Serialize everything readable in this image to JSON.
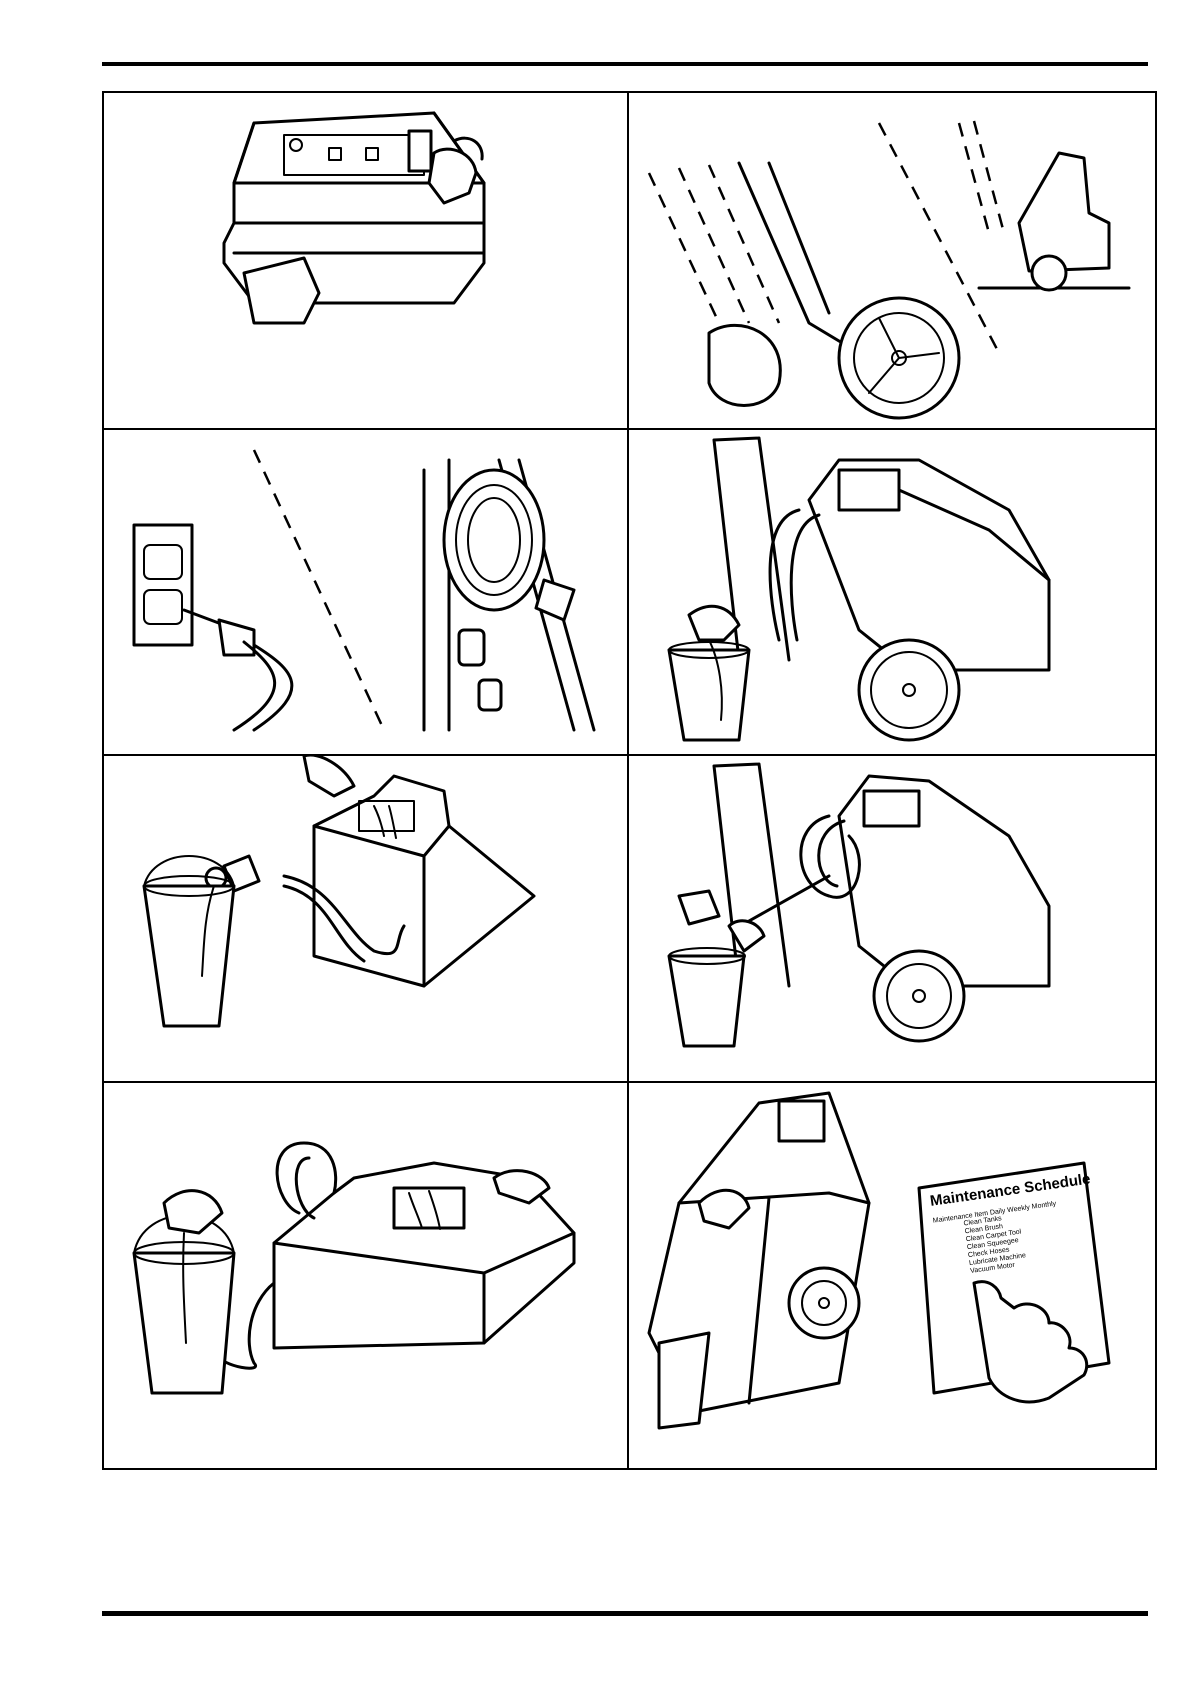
{
  "schedule": {
    "title": "Maintenance Schedule",
    "header": "Maintenance Item   Daily   Weekly   Monthly",
    "items": [
      "Clean Tanks",
      "Clean Brush",
      "Clean Carpet Tool",
      "Clean Squeegee",
      "Check Hoses",
      "Lubricate Machine",
      "Vacuum Motor"
    ]
  },
  "icons": {
    "p1": "control-panel-switch-illustration",
    "p2": "tilt-handle-illustration",
    "p3": "unplug-cord-illustration",
    "p4": "drain-solution-tank-illustration",
    "p5": "rinse-recovery-tank-illustration",
    "p6": "drain-recovery-hose-illustration",
    "p7": "flush-tank-illustration",
    "p8": "maintenance-schedule-illustration"
  }
}
